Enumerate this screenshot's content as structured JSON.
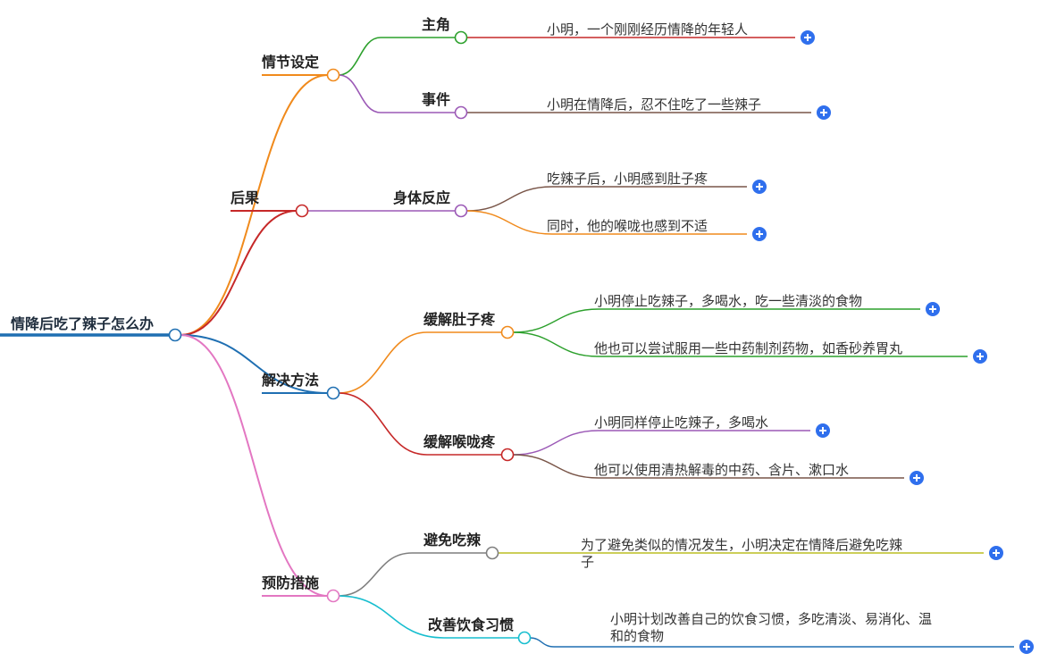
{
  "root": {
    "label": "情降后吃了辣子怎么办",
    "color": "#1f6fb2"
  },
  "branches": [
    {
      "label": "情节设定",
      "color": "#f08a1c",
      "children": [
        {
          "label": "主角",
          "color": "#2ca02c",
          "leaves": [
            {
              "text": "小明，一个刚刚经历情降的年轻人",
              "color": "#c62828"
            }
          ]
        },
        {
          "label": "事件",
          "color": "#9b59b6",
          "leaves": [
            {
              "text": "小明在情降后，忍不住吃了一些辣子",
              "color": "#795548"
            }
          ]
        }
      ]
    },
    {
      "label": "后果",
      "color": "#c62828",
      "children": [
        {
          "label": "身体反应",
          "color": "#9b59b6",
          "leaves": [
            {
              "text": "吃辣子后，小明感到肚子疼",
              "color": "#795548"
            },
            {
              "text": "同时，他的喉咙也感到不适",
              "color": "#f08a1c"
            }
          ]
        }
      ]
    },
    {
      "label": "解决方法",
      "color": "#1f6fb2",
      "children": [
        {
          "label": "缓解肚子疼",
          "color": "#f08a1c",
          "leaves": [
            {
              "text": "小明停止吃辣子，多喝水，吃一些清淡的食物",
              "color": "#2ca02c"
            },
            {
              "text": "他也可以尝试服用一些中药制剂药物，如香砂养胃丸",
              "color": "#2ca02c"
            }
          ]
        },
        {
          "label": "缓解喉咙疼",
          "color": "#c62828",
          "leaves": [
            {
              "text": "小明同样停止吃辣子，多喝水",
              "color": "#9b59b6"
            },
            {
              "text": "他可以使用清热解毒的中药、含片、漱口水",
              "color": "#795548"
            }
          ]
        }
      ]
    },
    {
      "label": "预防措施",
      "color": "#e377c2",
      "children": [
        {
          "label": "避免吃辣",
          "color": "#7f7f7f",
          "leaves": [
            {
              "text": "为了避免类似的情况发生，小明决定在情降后避免吃辣子",
              "color": "#bcbd22"
            }
          ]
        },
        {
          "label": "改善饮食习惯",
          "color": "#17becf",
          "leaves": [
            {
              "text": "小明计划改善自己的饮食习惯，多吃清淡、易消化、温和的食物",
              "color": "#1f6fb2"
            }
          ]
        }
      ]
    }
  ],
  "plus_color": "#2f6fed"
}
